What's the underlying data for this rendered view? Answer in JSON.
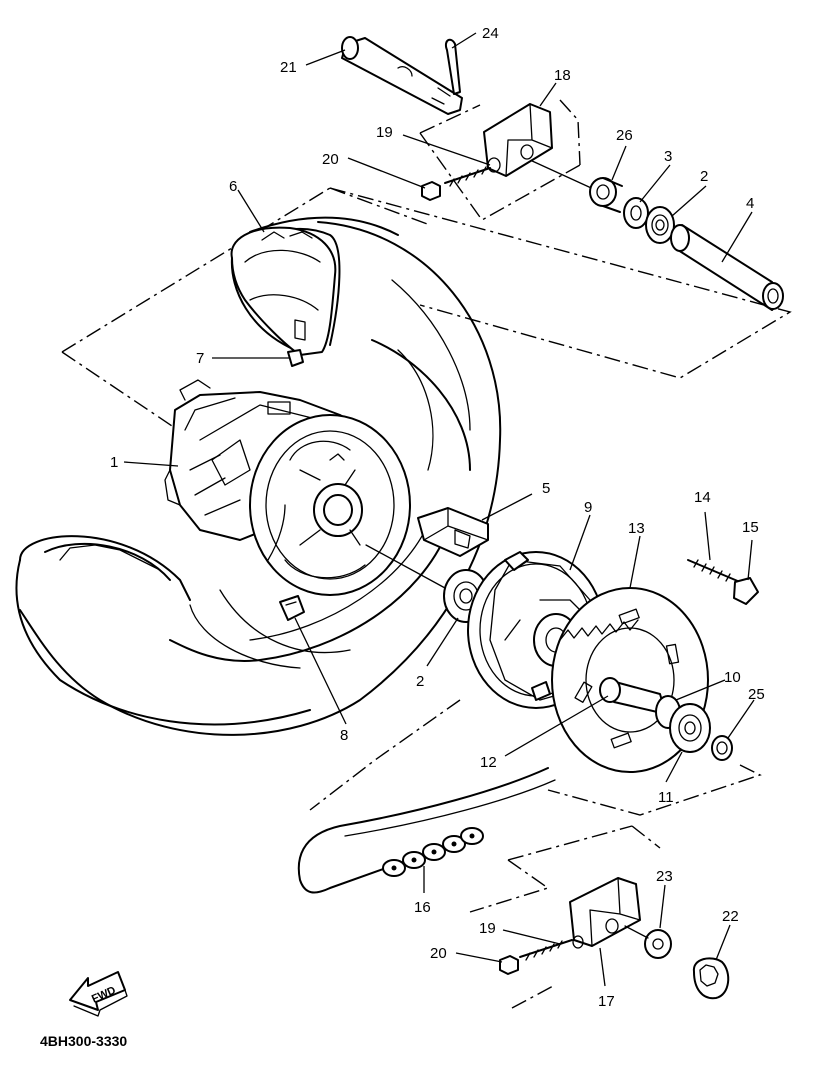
{
  "diagram": {
    "code": "4BH300-3330",
    "fwd_label": "FWD",
    "callouts": [
      {
        "id": "c1",
        "label": "1"
      },
      {
        "id": "c2a",
        "label": "2"
      },
      {
        "id": "c2b",
        "label": "2"
      },
      {
        "id": "c3",
        "label": "3"
      },
      {
        "id": "c4",
        "label": "4"
      },
      {
        "id": "c5",
        "label": "5"
      },
      {
        "id": "c6",
        "label": "6"
      },
      {
        "id": "c7",
        "label": "7"
      },
      {
        "id": "c8",
        "label": "8"
      },
      {
        "id": "c9",
        "label": "9"
      },
      {
        "id": "c10",
        "label": "10"
      },
      {
        "id": "c11",
        "label": "11"
      },
      {
        "id": "c12",
        "label": "12"
      },
      {
        "id": "c13",
        "label": "13"
      },
      {
        "id": "c14",
        "label": "14"
      },
      {
        "id": "c15",
        "label": "15"
      },
      {
        "id": "c16",
        "label": "16"
      },
      {
        "id": "c17",
        "label": "17"
      },
      {
        "id": "c18",
        "label": "18"
      },
      {
        "id": "c19a",
        "label": "19"
      },
      {
        "id": "c19b",
        "label": "19"
      },
      {
        "id": "c20a",
        "label": "20"
      },
      {
        "id": "c20b",
        "label": "20"
      },
      {
        "id": "c21",
        "label": "21"
      },
      {
        "id": "c22",
        "label": "22"
      },
      {
        "id": "c23",
        "label": "23"
      },
      {
        "id": "c24",
        "label": "24"
      },
      {
        "id": "c25",
        "label": "25"
      },
      {
        "id": "c26",
        "label": "26"
      }
    ]
  }
}
